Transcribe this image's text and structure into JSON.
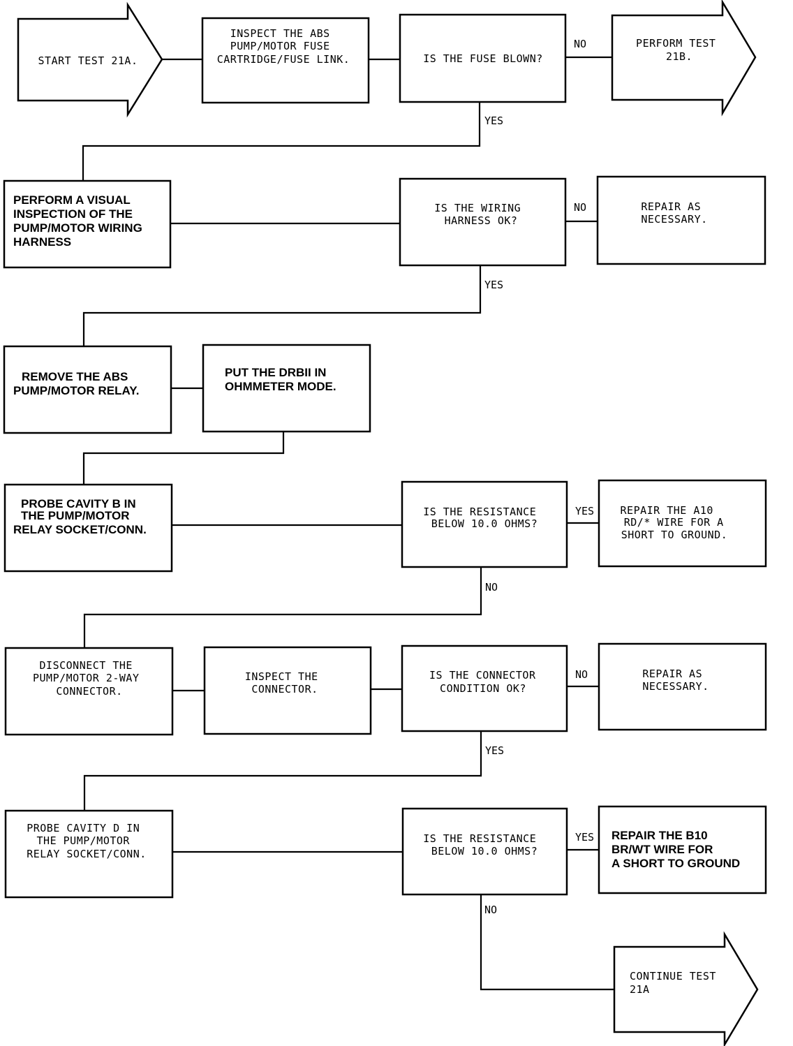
{
  "nodes": {
    "start": [
      "START TEST 21A."
    ],
    "inspect_fuse": [
      "INSPECT THE ABS",
      "PUMP/MOTOR FUSE",
      "CARTRIDGE/FUSE LINK."
    ],
    "fuse_blown": [
      "IS THE FUSE BLOWN?"
    ],
    "perform_21b": [
      "PERFORM TEST",
      "21B."
    ],
    "visual_inspection": [
      "PERFORM A VISUAL",
      "INSPECTION OF THE",
      "PUMP/MOTOR WIRING",
      "HARNESS"
    ],
    "wiring_ok": [
      "IS THE WIRING",
      "HARNESS OK?"
    ],
    "repair_1": [
      "REPAIR AS",
      "NECESSARY."
    ],
    "remove_relay": [
      "REMOVE THE ABS",
      "PUMP/MOTOR RELAY."
    ],
    "drbii": [
      "PUT THE DRBII IN",
      "OHMMETER MODE."
    ],
    "probe_b": [
      "PROBE CAVITY B IN",
      "THE PUMP/MOTOR",
      "RELAY SOCKET/CONN."
    ],
    "resistance_1": [
      "IS THE RESISTANCE",
      "BELOW 10.0 OHMS?"
    ],
    "repair_a10": [
      "REPAIR THE A10",
      "RD/* WIRE FOR A",
      "SHORT TO GROUND."
    ],
    "disconnect": [
      "DISCONNECT THE",
      "PUMP/MOTOR 2-WAY",
      "CONNECTOR."
    ],
    "inspect_connector": [
      "INSPECT THE",
      "CONNECTOR."
    ],
    "connector_ok": [
      "IS THE CONNECTOR",
      "CONDITION OK?"
    ],
    "repair_2": [
      "REPAIR AS",
      "NECESSARY."
    ],
    "probe_d": [
      "PROBE CAVITY D IN",
      "THE PUMP/MOTOR",
      "RELAY SOCKET/CONN."
    ],
    "resistance_2": [
      "IS THE RESISTANCE",
      "BELOW 10.0 OHMS?"
    ],
    "repair_b10": [
      "REPAIR THE B10",
      "BR/WT WIRE FOR",
      "A SHORT TO GROUND"
    ],
    "continue_21a": [
      "CONTINUE TEST",
      "21A"
    ]
  },
  "edge_labels": {
    "fuse_no": "NO",
    "fuse_yes": "YES",
    "wiring_no": "NO",
    "wiring_yes": "YES",
    "res1_yes": "YES",
    "res1_no": "NO",
    "conn_no": "NO",
    "conn_yes": "YES",
    "res2_yes": "YES",
    "res2_no": "NO"
  }
}
